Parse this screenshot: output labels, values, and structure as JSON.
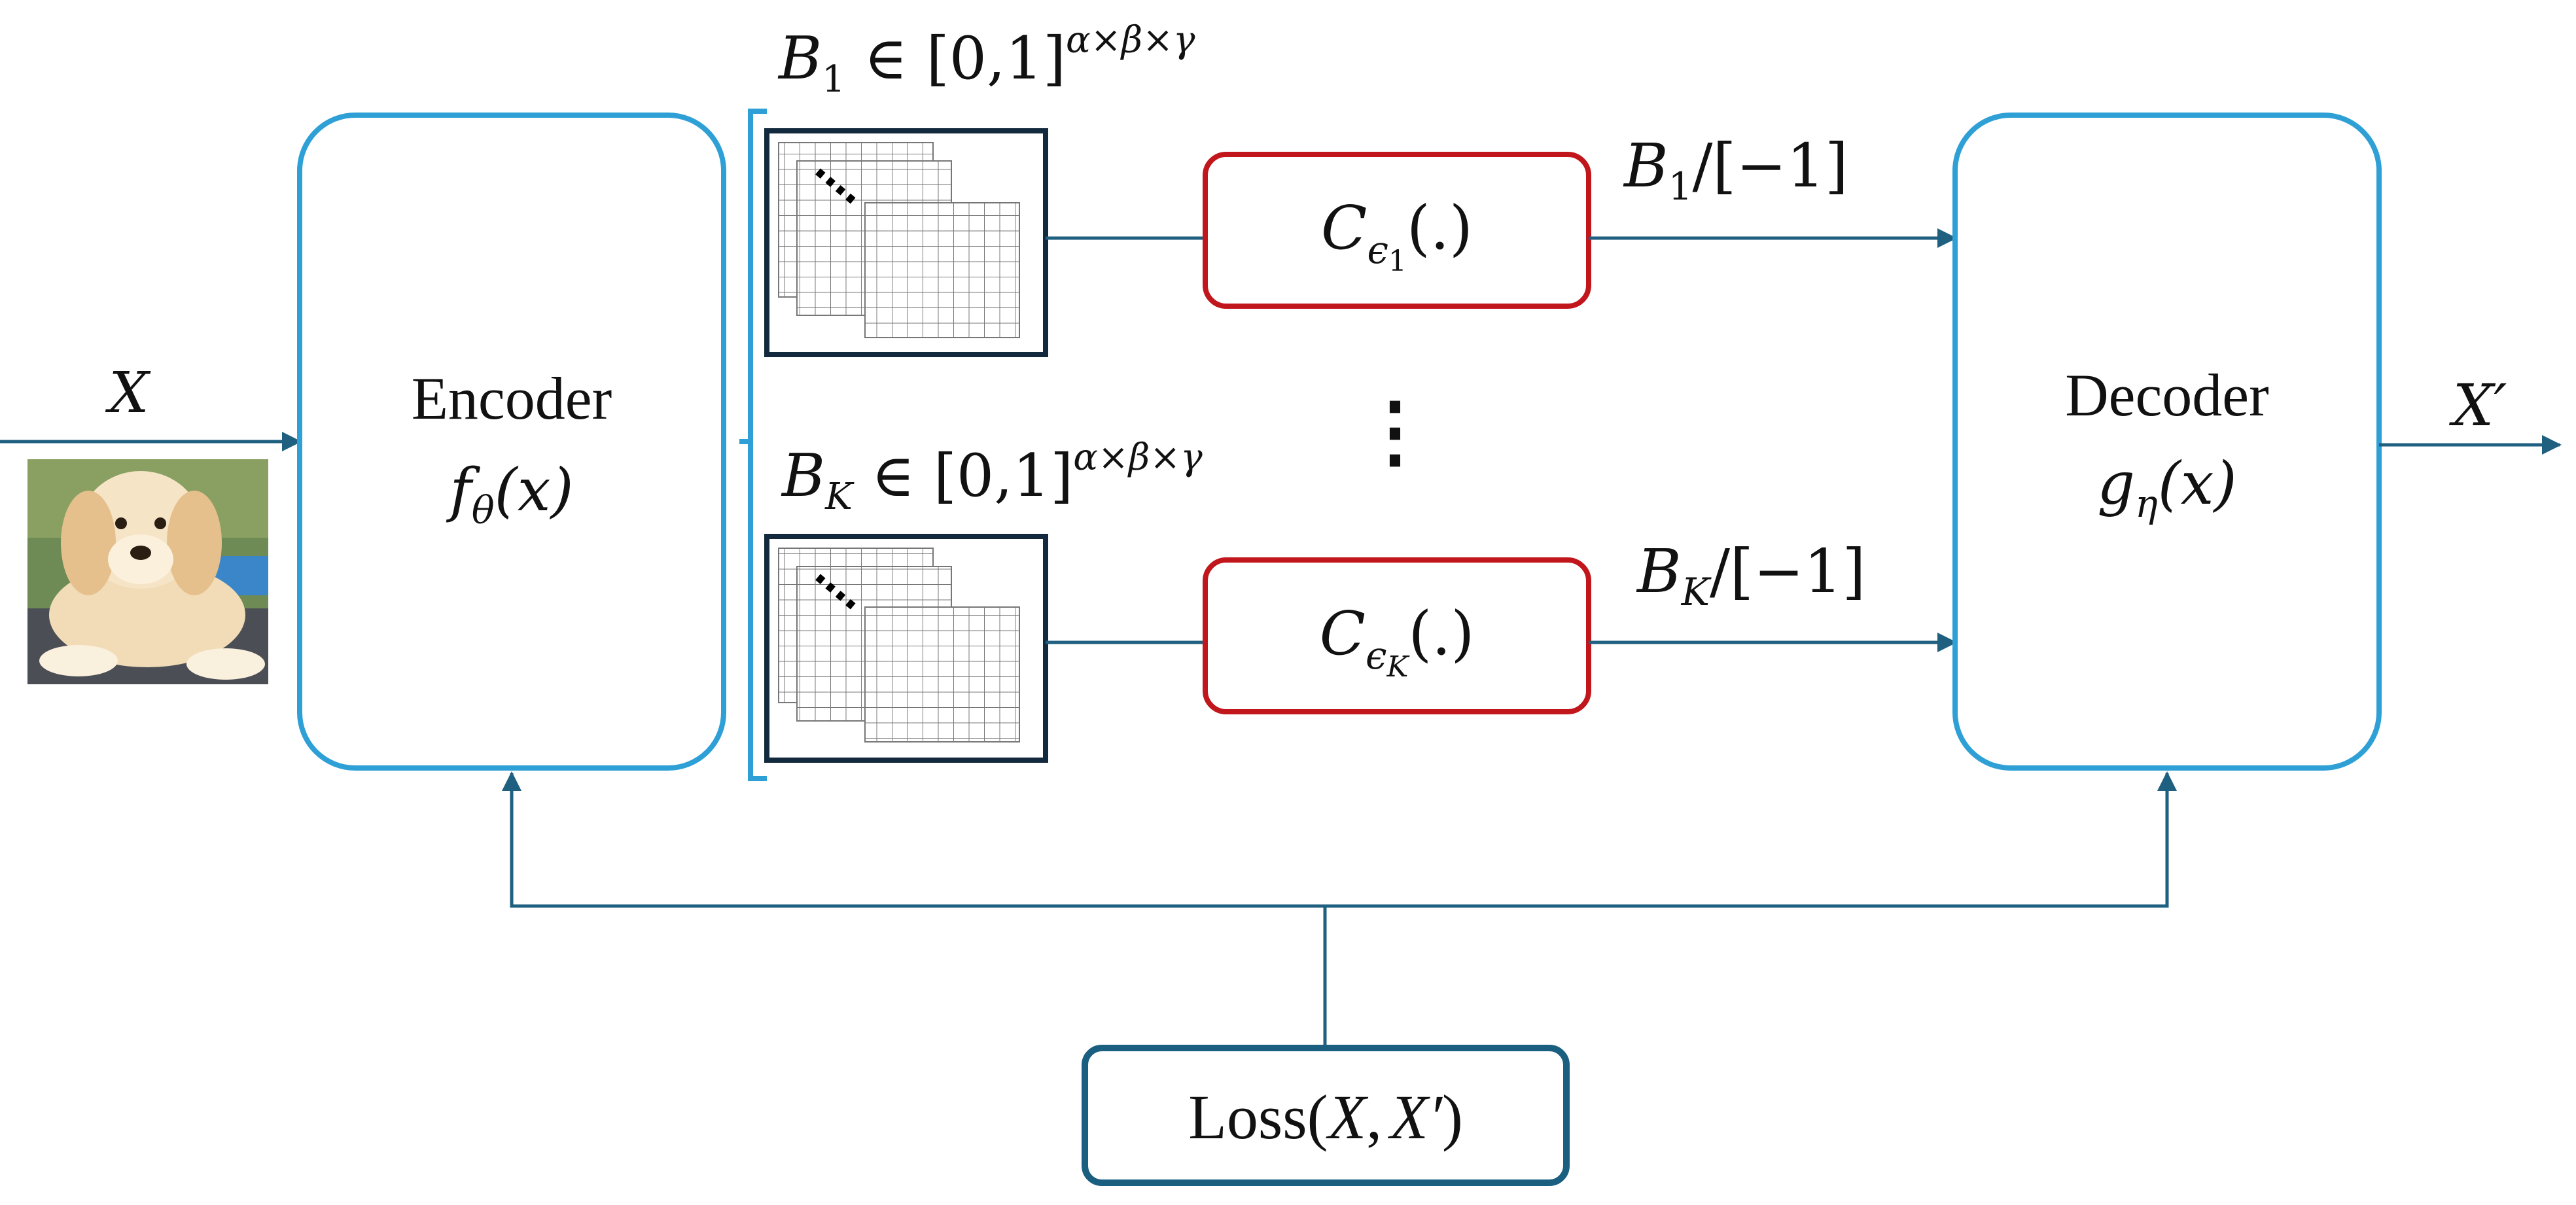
{
  "colors": {
    "blue_box": "#2ea0d6",
    "red_box": "#c0161c",
    "navy_box": "#1a5f80",
    "line": "#1f5f80",
    "grid_frame": "#13293d"
  },
  "input": {
    "symbol": "X",
    "image": "puppy photo"
  },
  "encoder": {
    "name": "Encoder",
    "fn": "f",
    "sub": "θ",
    "arg": "(x)"
  },
  "decoder": {
    "name": "Decoder",
    "fn": "g",
    "sub": "η",
    "arg": "(x)"
  },
  "output": {
    "symbol": "X′"
  },
  "binary_maps": [
    {
      "label_base": "B",
      "label_sub": "1",
      "label_rest": " ∈ [0,1]",
      "label_sup": "α×β×γ",
      "channel": {
        "base": "C",
        "sub": "ϵ",
        "subsub": "1",
        "arg": "(.)"
      },
      "out_label_base": "B",
      "out_label_sub": "1",
      "out_label_rest": "/[−1]"
    },
    {
      "label_base": "B",
      "label_sub": "K",
      "label_rest": " ∈ [0,1]",
      "label_sup": "α×β×γ",
      "channel": {
        "base": "C",
        "sub": "ϵ",
        "subsub": "K",
        "arg": "(.)"
      },
      "out_label_base": "B",
      "out_label_sub": "K",
      "out_label_rest": "/[−1]"
    }
  ],
  "ellipsis": "⋮",
  "loss": {
    "text_a": "Loss(",
    "sym1": "X",
    "comma": ",",
    "sym2": "X′",
    "text_b": ")"
  }
}
